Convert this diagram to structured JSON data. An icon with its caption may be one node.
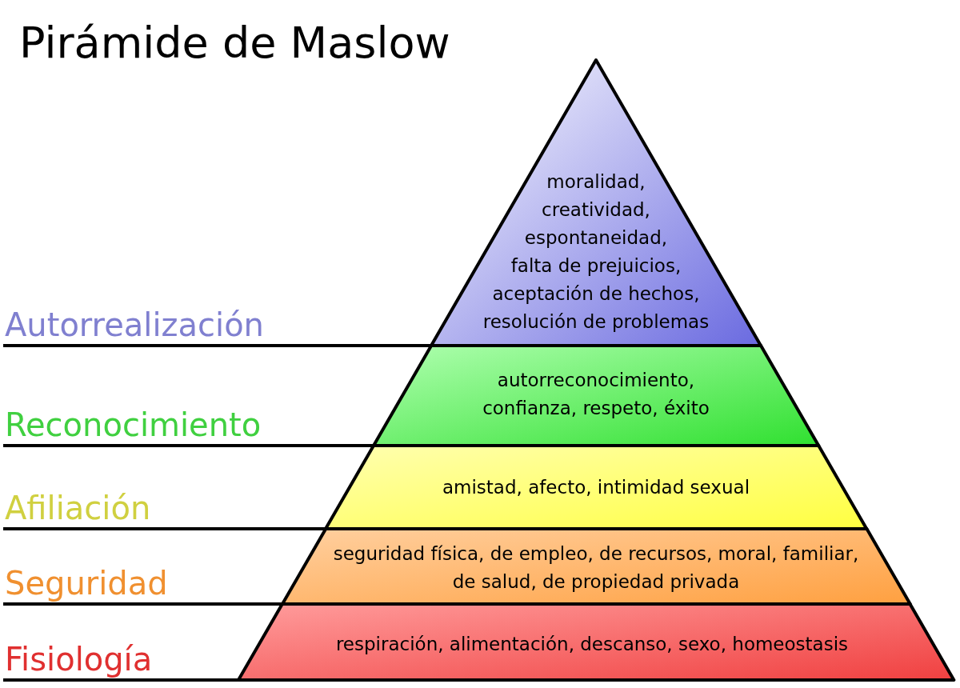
{
  "diagram": {
    "title": "Pirámide de Maslow",
    "nodes": [
      {
        "text": [
          "moralidad, creatividad, espontaneidad, falta de prejuicios, aceptación de hechos, resolución de problemas"
        ]
      },
      {
        "text": [
          "autorreconocimiento, confianza, respeto, éxito"
        ]
      },
      {
        "text": [
          "amistad, afecto, intimidad sexual"
        ]
      },
      {
        "text": [
          "seguridad física, de empleo, de recursos, moral, familiar, de salud, de propiedad privada"
        ]
      },
      {
        "text": [
          "respiración, alimentación, descanso, sexo, homeostasis"
        ]
      }
    ],
    "edges": [],
    "labels": [
      "Autorrealización",
      "Reconocimiento",
      "Afiliación",
      "Seguridad",
      "Fisiología"
    ]
  }
}
